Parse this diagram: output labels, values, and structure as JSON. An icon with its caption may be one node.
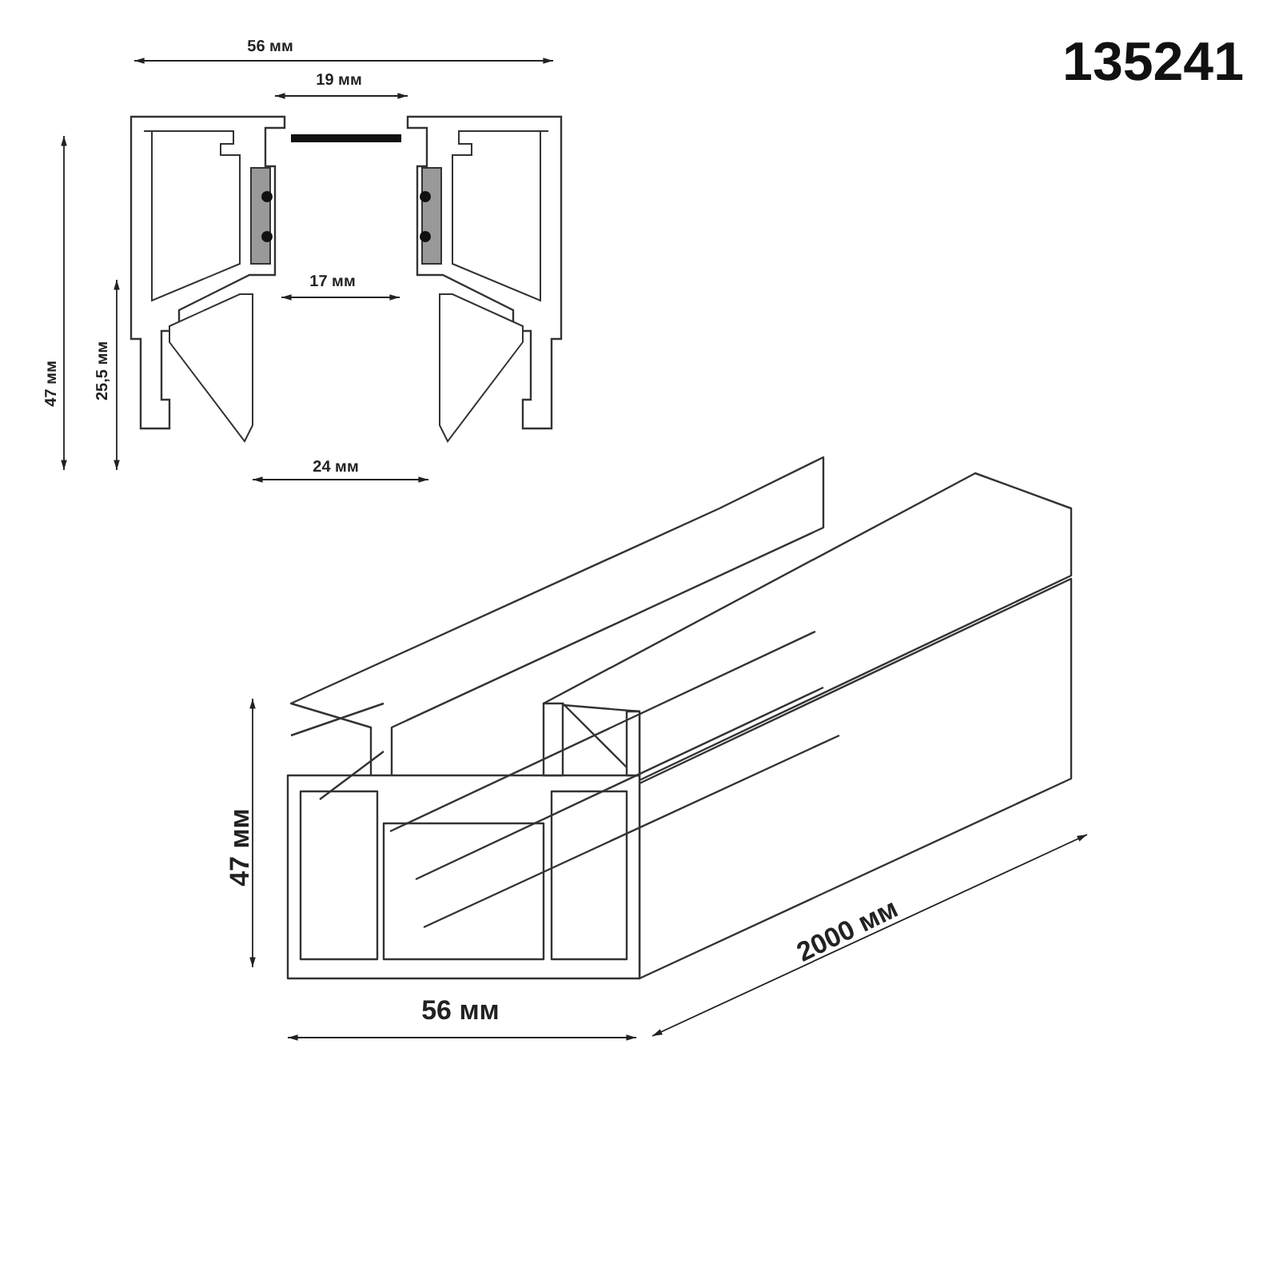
{
  "diagram": {
    "title": "135241",
    "labels": [
      "56 мм",
      "19 мм",
      "47 мм",
      "25,5 мм",
      "17 мм",
      "24 мм",
      "47 мм",
      "2000 мм",
      "56 мм"
    ]
  }
}
